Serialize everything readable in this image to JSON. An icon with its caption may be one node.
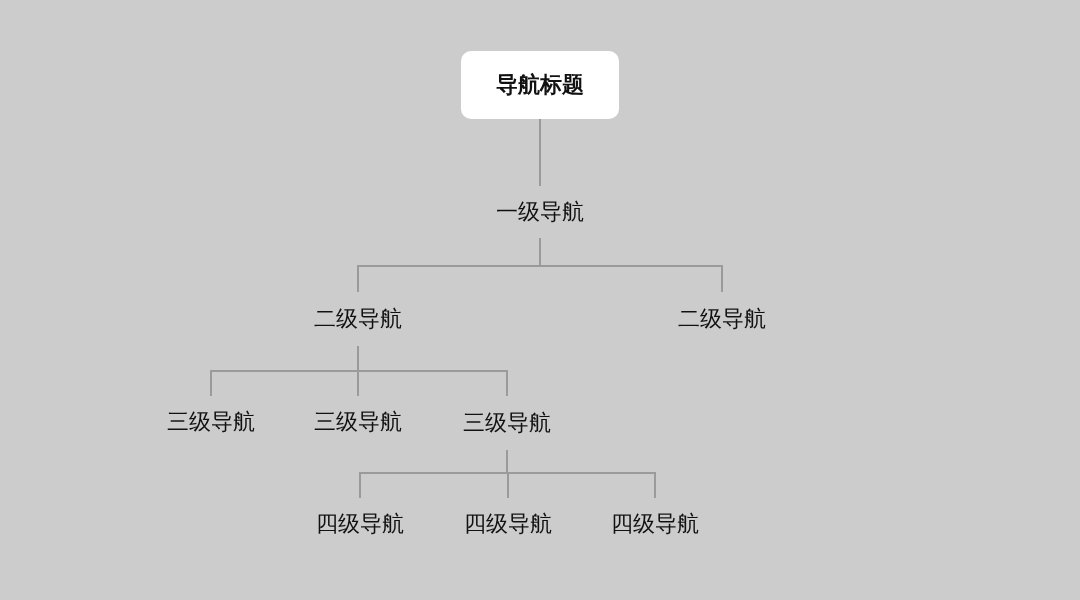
{
  "diagram": {
    "nodes": [
      {
        "text": [
          "导航标题"
        ]
      },
      {
        "text": [
          "一级导航"
        ]
      },
      {
        "text": [
          "二级导航"
        ]
      },
      {
        "text": [
          "二级导航"
        ]
      },
      {
        "text": [
          "三级导航"
        ]
      },
      {
        "text": [
          "三级导航"
        ]
      },
      {
        "text": [
          "三级导航"
        ]
      },
      {
        "text": [
          "四级导航"
        ]
      },
      {
        "text": [
          "四级导航"
        ]
      },
      {
        "text": [
          "四级导航"
        ]
      }
    ],
    "edges": [
      {
        "from": 0,
        "to": 1,
        "arrow": "none"
      },
      {
        "from": 1,
        "to": 2,
        "arrow": "none"
      },
      {
        "from": 1,
        "to": 3,
        "arrow": "none"
      },
      {
        "from": 2,
        "to": 4,
        "arrow": "none"
      },
      {
        "from": 2,
        "to": 5,
        "arrow": "none"
      },
      {
        "from": 2,
        "to": 6,
        "arrow": "none"
      },
      {
        "from": 6,
        "to": 7,
        "arrow": "none"
      },
      {
        "from": 6,
        "to": 8,
        "arrow": "none"
      },
      {
        "from": 6,
        "to": 9,
        "arrow": "none"
      }
    ]
  }
}
